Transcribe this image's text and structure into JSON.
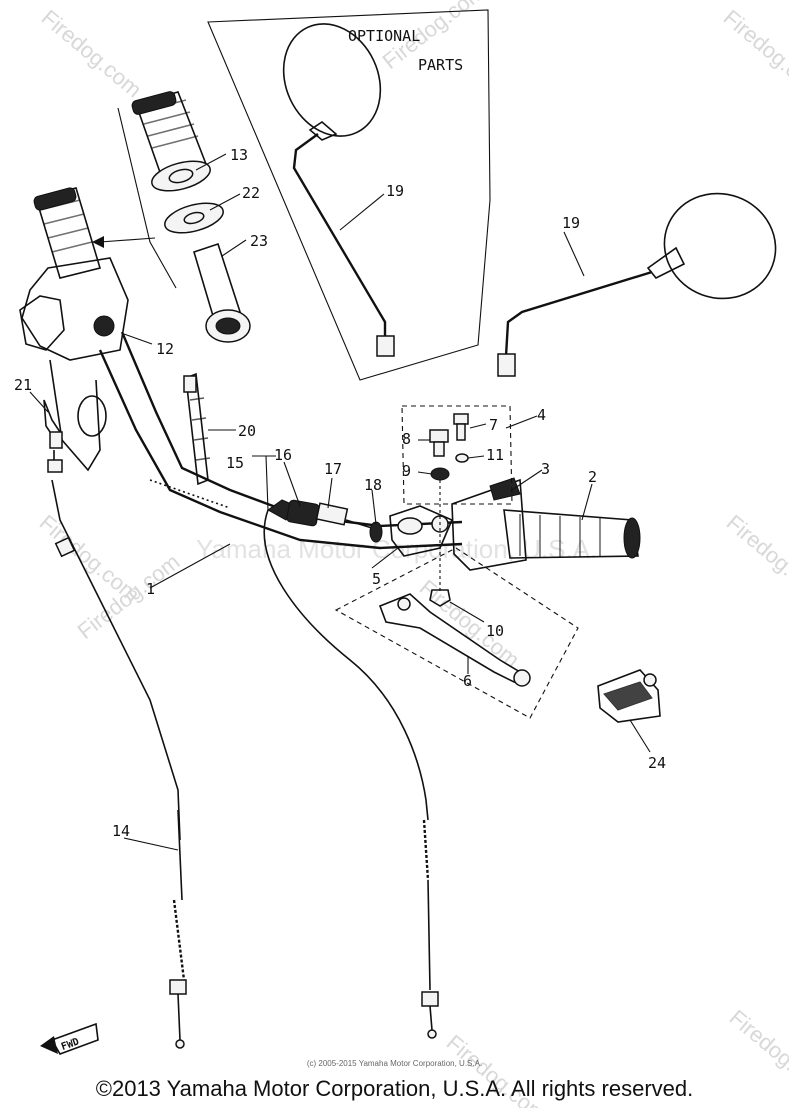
{
  "optional_box": {
    "line1": "OPTIONAL",
    "line2": "PARTS"
  },
  "callouts": [
    "1",
    "2",
    "3",
    "4",
    "5",
    "6",
    "7",
    "8",
    "9",
    "10",
    "11",
    "12",
    "13",
    "14",
    "15",
    "16",
    "17",
    "18",
    "19",
    "19",
    "20",
    "21",
    "22",
    "23",
    "24"
  ],
  "fwd_label": "FWD",
  "watermark": {
    "brand": "Firedog.com",
    "center": "Yamaha Motor Corporation, U.S.A."
  },
  "small_copyright": "(c) 2005-2015 Yamaha Motor Corporation, U.S.A.",
  "copyright": "©2013 Yamaha Motor Corporation, U.S.A. All rights reserved."
}
